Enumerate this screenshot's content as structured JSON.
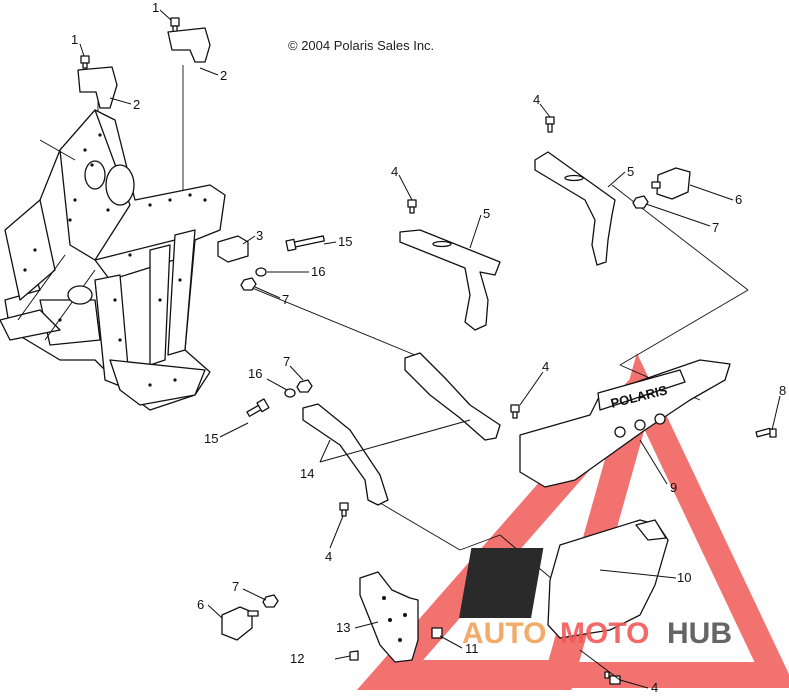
{
  "copyright": "© 2004 Polaris Sales Inc.",
  "watermark": {
    "part1": "AUTO",
    "part2": "MOTO",
    "part3": "HUB",
    "color_red": "#f05a57",
    "color_orange": "#f2a35a",
    "color_dark": "#555555"
  },
  "callouts": [
    {
      "id": "c1a",
      "label": "1"
    },
    {
      "id": "c1b",
      "label": "1"
    },
    {
      "id": "c2a",
      "label": "2"
    },
    {
      "id": "c2b",
      "label": "2"
    },
    {
      "id": "c3",
      "label": "3"
    },
    {
      "id": "c15a",
      "label": "15"
    },
    {
      "id": "c16a",
      "label": "16"
    },
    {
      "id": "c7a",
      "label": "7"
    },
    {
      "id": "c4a",
      "label": "4"
    },
    {
      "id": "c5a",
      "label": "5"
    },
    {
      "id": "c4b",
      "label": "4"
    },
    {
      "id": "c5b",
      "label": "5"
    },
    {
      "id": "c6a",
      "label": "6"
    },
    {
      "id": "c7b",
      "label": "7"
    },
    {
      "id": "c7c",
      "label": "7"
    },
    {
      "id": "c16b",
      "label": "16"
    },
    {
      "id": "c15b",
      "label": "15"
    },
    {
      "id": "c4c",
      "label": "4"
    },
    {
      "id": "c8",
      "label": "8"
    },
    {
      "id": "c14",
      "label": "14"
    },
    {
      "id": "c9",
      "label": "9"
    },
    {
      "id": "c4d",
      "label": "4"
    },
    {
      "id": "c10",
      "label": "10"
    },
    {
      "id": "c7d",
      "label": "7"
    },
    {
      "id": "c6b",
      "label": "6"
    },
    {
      "id": "c13",
      "label": "13"
    },
    {
      "id": "c12",
      "label": "12"
    },
    {
      "id": "c11",
      "label": "11"
    },
    {
      "id": "c4e",
      "label": "4"
    }
  ],
  "bumper_logo": "POLARIS"
}
